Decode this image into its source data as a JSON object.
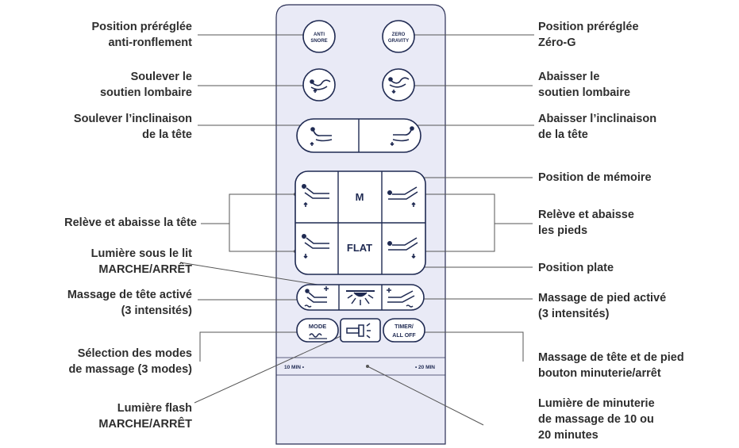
{
  "buttons": {
    "anti_snore": [
      "ANTI",
      "SNORE"
    ],
    "zero_gravity": [
      "ZERO",
      "GRAVITY"
    ],
    "memory": "M",
    "flat": "FLAT",
    "mode": "MODE",
    "timer": [
      "TIMER/",
      "ALL OFF"
    ]
  },
  "timer_labels": {
    "ten": "10 MIN •",
    "twenty": "• 20 MIN"
  },
  "labels_left": {
    "anti_snore": [
      "Position préréglée",
      "anti-ronflement"
    ],
    "lumbar_up": [
      "Soulever le",
      "soutien lombaire"
    ],
    "tilt_up": [
      "Soulever l’inclinaison",
      "de la tête"
    ],
    "head": [
      "Relève et abaisse la tête"
    ],
    "underbed_light": [
      "Lumière sous le lit",
      "MARCHE/ARRÊT"
    ],
    "head_massage": [
      "Massage de tête activé",
      "(3 intensités)"
    ],
    "massage_modes": [
      "Sélection des modes",
      "de massage (3 modes)"
    ],
    "flashlight": [
      "Lumière flash",
      "MARCHE/ARRÊT"
    ]
  },
  "labels_right": {
    "zero_g": [
      "Position préréglée",
      "Zéro-G"
    ],
    "lumbar_down": [
      "Abaisser le",
      "soutien lombaire"
    ],
    "tilt_down": [
      "Abaisser l’inclinaison",
      "de la tête"
    ],
    "memory_pos": [
      "Position de mémoire"
    ],
    "feet": [
      "Relève et abaisse",
      "les pieds"
    ],
    "flat_pos": [
      "Position plate"
    ],
    "foot_massage": [
      "Massage de pied activé",
      "(3 intensités)"
    ],
    "timer_off": [
      "Massage de tête et de pied",
      "bouton minuterie/arrêt"
    ],
    "timer_light": [
      "Lumière de minuterie",
      "de massage de 10 ou",
      "20 minutes"
    ]
  },
  "colors": {
    "remote_fill": "#e9eaf6",
    "remote_stroke": "#2a2f55",
    "button_fill": "#ffffff",
    "line": "#555555"
  }
}
